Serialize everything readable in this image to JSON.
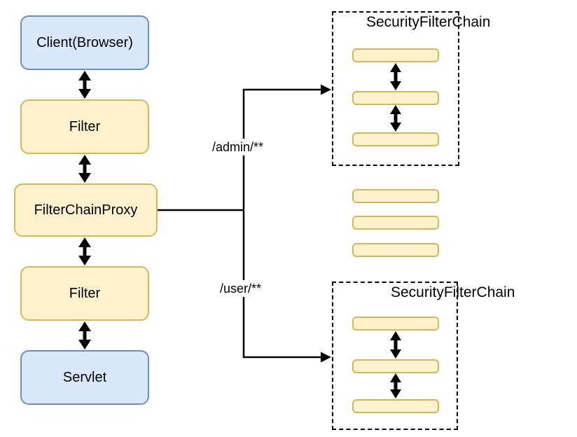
{
  "nodes": {
    "client": {
      "label": "Client(Browser)"
    },
    "filter_above_proxy": {
      "label": "Filter"
    },
    "filter_chain_proxy": {
      "label": "FilterChainProxy"
    },
    "filter_below_proxy": {
      "label": "Filter"
    },
    "servlet": {
      "label": "Servlet"
    }
  },
  "route_labels": {
    "admin": "/admin/**",
    "user": "/user/**"
  },
  "security_chains": {
    "admin": {
      "title": "SecurityFilterChain",
      "filter_slot_count": 3
    },
    "user": {
      "title": "SecurityFilterChain",
      "filter_slot_count": 3
    }
  },
  "middle_filter_slot_count": 3,
  "colors": {
    "client_servlet_fill": "#dae8fc",
    "client_servlet_border": "#6c8ebf",
    "filter_fill": "#fff2cc",
    "filter_border": "#d6b656",
    "line": "#000000",
    "background": "#ffffff"
  }
}
